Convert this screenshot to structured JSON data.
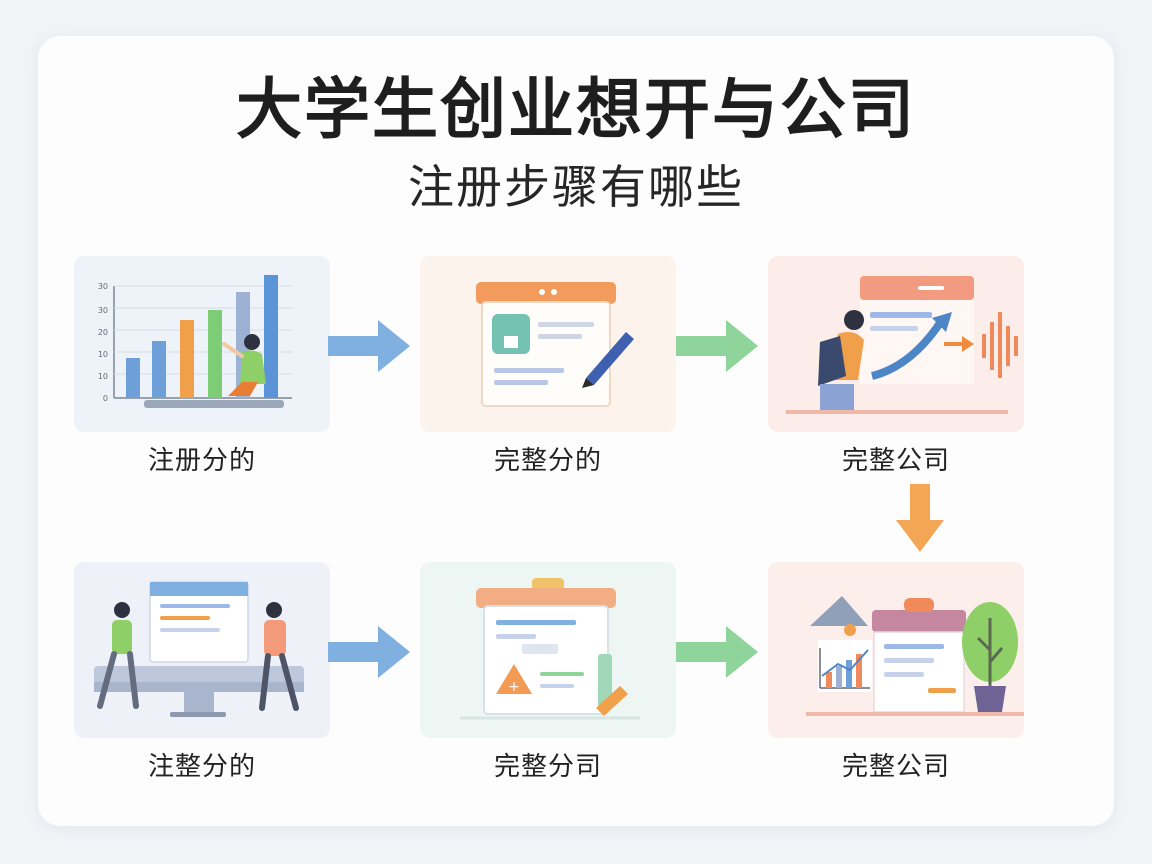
{
  "title": "大学生创业想开与公司",
  "subtitle": "注册步骤有哪些",
  "steps": [
    {
      "label": "注册分的",
      "illustration": "bar-chart-person-illustration"
    },
    {
      "label": "完整分的",
      "illustration": "document-pen-illustration"
    },
    {
      "label": "完整公司",
      "illustration": "presentation-growth-illustration"
    },
    {
      "label": "注整分的",
      "illustration": "team-meeting-illustration"
    },
    {
      "label": "完整分司",
      "illustration": "clipboard-warning-illustration"
    },
    {
      "label": "完整公司",
      "illustration": "business-report-plant-illustration"
    }
  ],
  "chart_ticks": [
    "0",
    "10",
    "10",
    "20",
    "30",
    "30"
  ],
  "colors": {
    "arrow_blue": "#7fb0e0",
    "arrow_green": "#8fd49a",
    "arrow_orange": "#f3a654",
    "tile_blue": "#eef3f9",
    "tile_peach": "#fcf3ec",
    "tile_pink": "#fcedea",
    "tile_mint": "#eef6f4"
  }
}
